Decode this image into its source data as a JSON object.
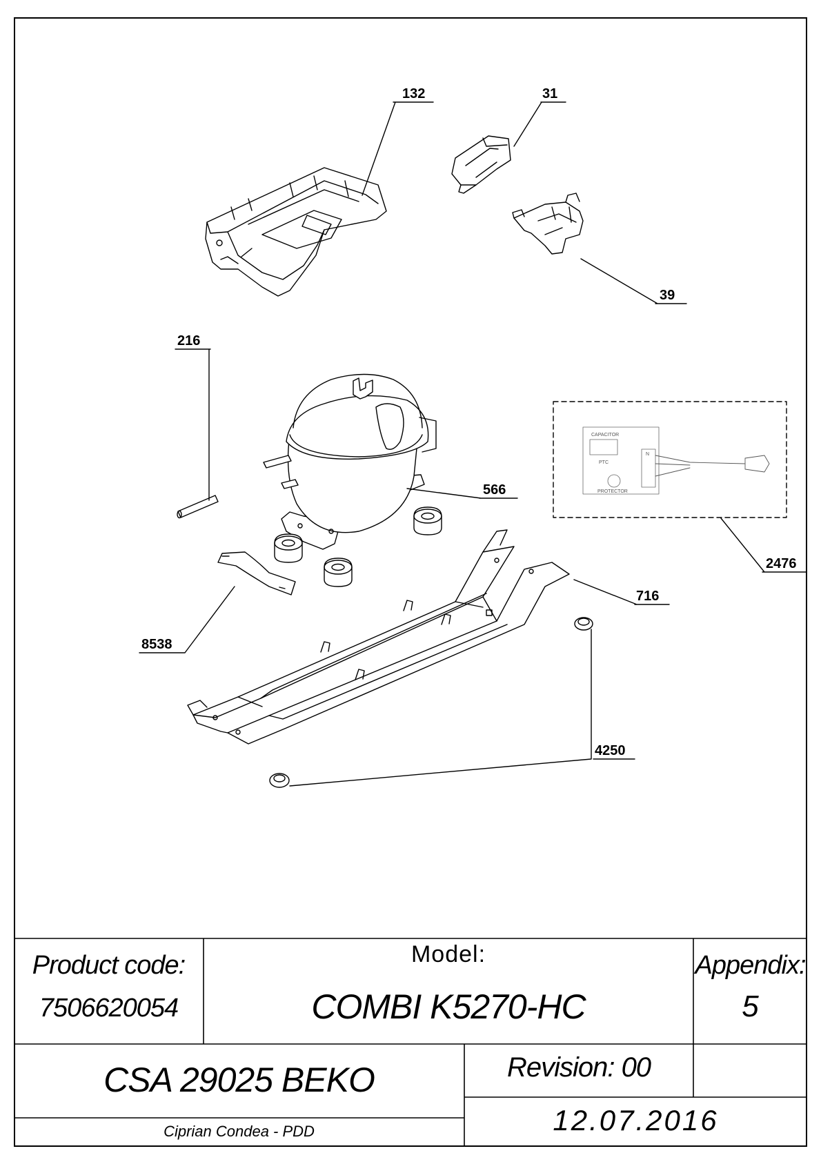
{
  "callouts": {
    "c132": "132",
    "c31": "31",
    "c39": "39",
    "c216": "216",
    "c566": "566",
    "c2476": "2476",
    "c716": "716",
    "c8538": "8538",
    "c4250": "4250"
  },
  "wiring": {
    "capacitor": "CAPACITOR",
    "ptc": "PTC",
    "protector": "PROTECTOR",
    "n": "N"
  },
  "title_block": {
    "product_code_label": "Product code:",
    "product_code": "7506620054",
    "model_label": "Model:",
    "model": "COMBI K5270-HC",
    "appendix_label": "Appendix:",
    "appendix": "5",
    "part_name": "CSA 29025 BEKO",
    "revision": "Revision: 00",
    "author": "Ciprian Condea - PDD",
    "date": "12.07.2016"
  }
}
